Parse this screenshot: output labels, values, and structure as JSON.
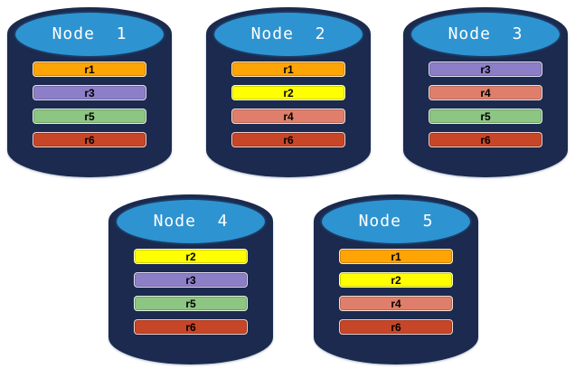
{
  "diagram": {
    "kind": "database-replication-nodes",
    "colors": {
      "cylinder_body": "#1B2A4E",
      "cylinder_top_face": "#2E93D1",
      "node_label_text": "#FFFFFF",
      "replica_label_text": "#000000"
    },
    "replica_colors": {
      "r1": "#FFA405",
      "r2": "#FFFF00",
      "r3": "#8D7FC7",
      "r4": "#DF7F6B",
      "r5": "#8DC583",
      "r6": "#C84628"
    },
    "nodes": [
      {
        "label": "Node  1",
        "replicas": [
          "r1",
          "r3",
          "r5",
          "r6"
        ]
      },
      {
        "label": "Node  2",
        "replicas": [
          "r1",
          "r2",
          "r4",
          "r6"
        ]
      },
      {
        "label": "Node  3",
        "replicas": [
          "r3",
          "r4",
          "r5",
          "r6"
        ]
      },
      {
        "label": "Node  4",
        "replicas": [
          "r2",
          "r3",
          "r5",
          "r6"
        ]
      },
      {
        "label": "Node  5",
        "replicas": [
          "r1",
          "r2",
          "r4",
          "r6"
        ]
      }
    ]
  }
}
